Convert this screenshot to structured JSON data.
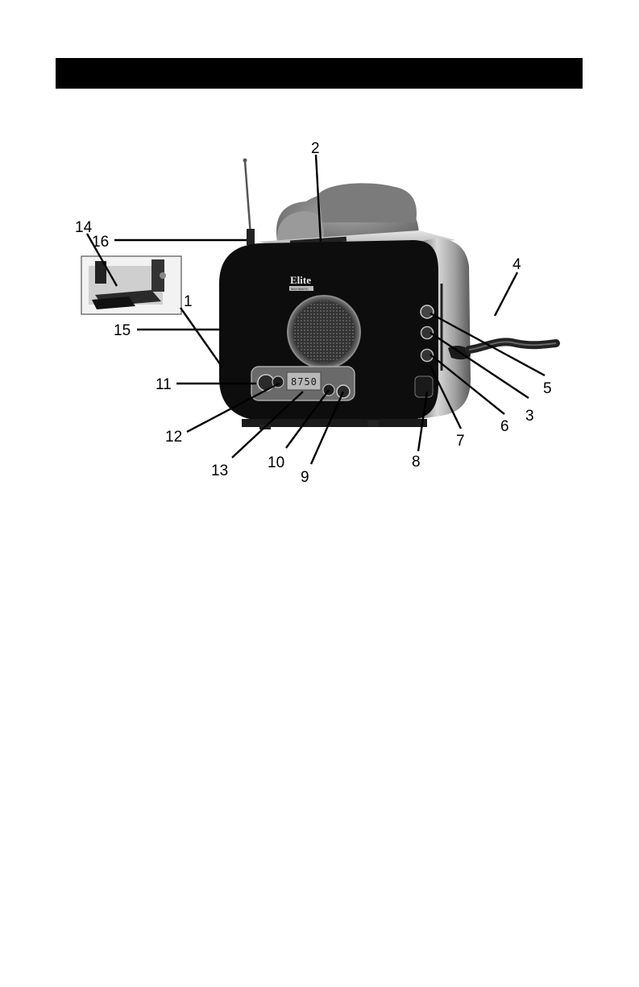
{
  "colors": {
    "header_bar": "#000000",
    "toaster_face": "#0d0d0d",
    "steel": "#b9b9b9",
    "bread": "#8a8a8a"
  },
  "figure": {
    "brand_logo": "Elite",
    "brand_sub": "MAXIMATIC",
    "lcd_readout": "8750",
    "callouts": [
      "1",
      "2",
      "3",
      "4",
      "5",
      "6",
      "7",
      "8",
      "9",
      "10",
      "11",
      "12",
      "13",
      "14",
      "15",
      "16"
    ]
  }
}
